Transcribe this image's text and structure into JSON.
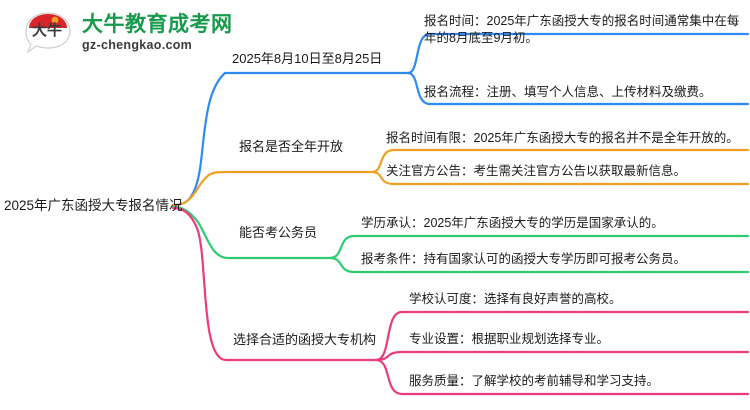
{
  "logo": {
    "name_cn": "大牛教育成考网",
    "name_en": "gz-chengkao.com",
    "mark_char": "大牛",
    "brand_green": "#179a4c",
    "brand_red": "#d9252a"
  },
  "mindmap": {
    "root": {
      "label": "2025年广东函授大专报名情况"
    },
    "branches": [
      {
        "label": "2025年8月10日至8月25日",
        "color": "#2e8bf5",
        "children": [
          {
            "label": "报名时间：2025年广东函授大专的报名时间通常集中在每年的8月底至9月初。"
          },
          {
            "label": "报名流程：注册、填写个人信息、上传材料及缴费。"
          }
        ]
      },
      {
        "label": "报名是否全年开放",
        "color": "#f0a020",
        "children": [
          {
            "label": "报名时间有限：2025年广东函授大专的报名并不是全年开放的。"
          },
          {
            "label": "关注官方公告：考生需关注官方公告以获取最新信息。"
          }
        ]
      },
      {
        "label": "能否考公务员",
        "color": "#2ecc71",
        "children": [
          {
            "label": "学历承认：2025年广东函授大专的学历是国家承认的。"
          },
          {
            "label": "报考条件：持有国家认可的函授大专学历即可报考公务员。"
          }
        ]
      },
      {
        "label": "选择合适的函授大专机构",
        "color": "#ec3a7e",
        "children": [
          {
            "label": "学校认可度：选择有良好声誉的高校。"
          },
          {
            "label": "专业设置：根据职业规划选择专业。"
          },
          {
            "label": "服务质量：了解学校的考前辅导和学习支持。"
          }
        ]
      }
    ]
  }
}
